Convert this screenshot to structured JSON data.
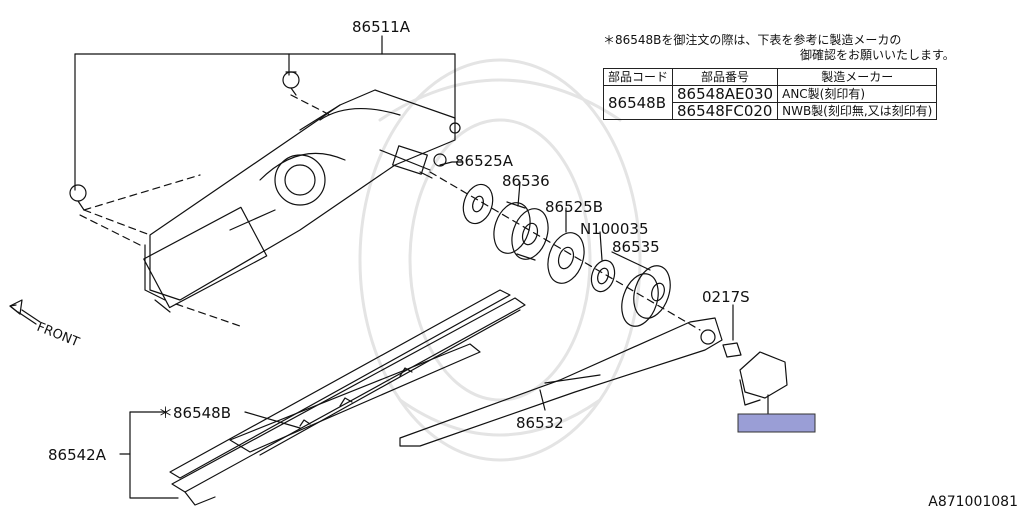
{
  "diagram": {
    "ref_id": "A871001081",
    "front_label": "FRONT",
    "labels": {
      "motor": "86511A",
      "packing_a": "86525A",
      "cushion": "86536",
      "packing_b": "86525B",
      "nut_cap": "N100035",
      "cap": "86535",
      "nut": "0217S",
      "arm": "86532",
      "blade_assy": "86542A",
      "blade_rubber": "＊86548B"
    },
    "note": {
      "line1": "＊86548Bを御注文の際は、下表を参考に製造メーカの",
      "line2": "御確認をお願いいたします。"
    },
    "table": {
      "headers": [
        "部品コード",
        "部品番号",
        "製造メーカー"
      ],
      "code": "86548B",
      "rows": [
        {
          "part_no": "86548AE030",
          "maker": "ANC製(刻印有)"
        },
        {
          "part_no": "86548FC020",
          "maker": "NWB製(刻印無,又は刻印有)"
        }
      ]
    },
    "highlight_color": "#9a9ed6"
  }
}
